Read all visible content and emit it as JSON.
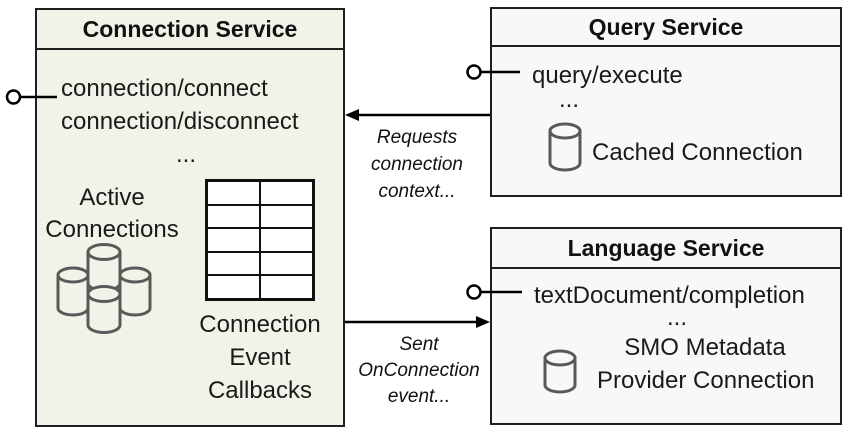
{
  "colors": {
    "connection_box_fill": "#f0f3e8",
    "service_box_fill": "#f8f8f8",
    "box_border": "#1f1f1f",
    "cylinder_stroke": "#595959",
    "line_color": "#000000",
    "text_color": "#1a1a1a"
  },
  "connection_service": {
    "title": "Connection Service",
    "methods": [
      "connection/connect",
      "connection/disconnect"
    ],
    "ellipsis": "...",
    "active_connections": {
      "lines": [
        "Active",
        "Connections"
      ],
      "icon": "database-cluster-icon"
    },
    "callbacks": {
      "lines": [
        "Connection",
        "Event",
        "Callbacks"
      ],
      "icon": "table-grid-icon",
      "table": {
        "rows": 5,
        "cols": 2
      }
    },
    "interface_icon": "lollipop-interface-icon"
  },
  "query_service": {
    "title": "Query Service",
    "methods": [
      "query/execute"
    ],
    "ellipsis": "...",
    "cached_connection": {
      "label": "Cached Connection",
      "icon": "database-icon"
    },
    "interface_icon": "lollipop-interface-icon"
  },
  "language_service": {
    "title": "Language Service",
    "methods": [
      "textDocument/completion"
    ],
    "ellipsis": "...",
    "smo_connection": {
      "lines": [
        "SMO Metadata",
        "Provider Connection"
      ],
      "icon": "database-icon"
    },
    "interface_icon": "lollipop-interface-icon"
  },
  "arrows": {
    "requests_connection_context": {
      "lines": [
        "Requests",
        "connection",
        "context..."
      ],
      "from": "Query Service",
      "to": "Connection Service"
    },
    "sent_onconnection_event": {
      "lines": [
        "Sent",
        "OnConnection",
        "event..."
      ],
      "from": "Connection Service",
      "to": "Language Service"
    }
  }
}
